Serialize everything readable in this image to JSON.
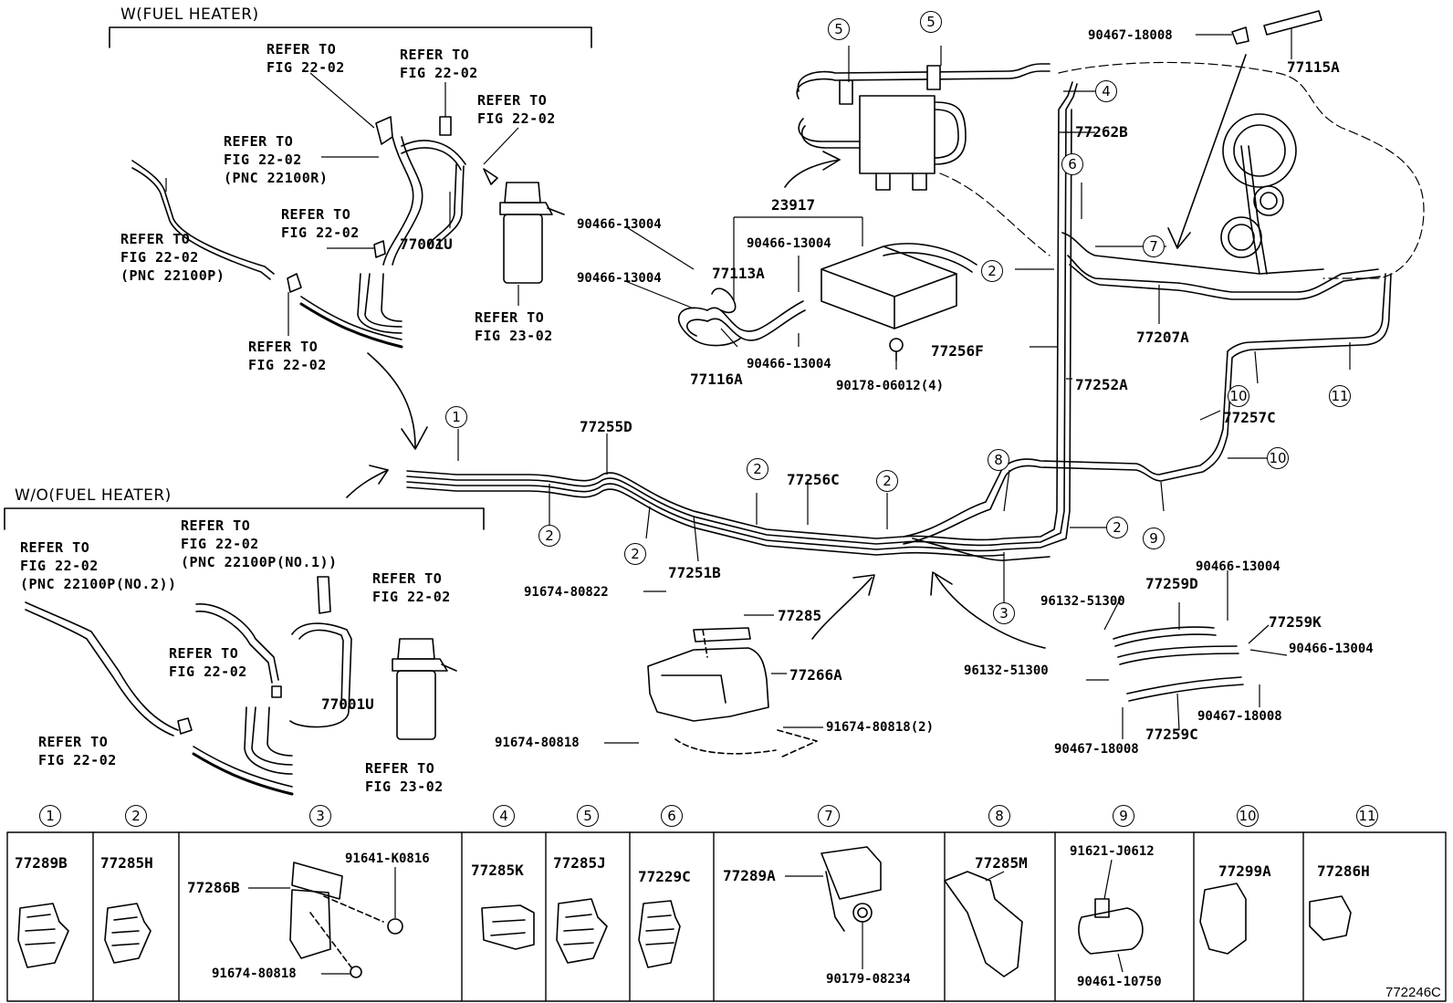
{
  "sections": {
    "with_heater": "W(FUEL HEATER)",
    "without_heater": "W/O(FUEL HEATER)"
  },
  "refs": {
    "r1": "REFER TO\nFIG 22-02",
    "r2": "REFER TO\nFIG 22-02",
    "r3": "REFER TO\nFIG 22-02",
    "r4": "REFER TO\nFIG 22-02\n(PNC 22100R)",
    "r5": "REFER TO\nFIG 22-02",
    "r6": "REFER TO\nFIG 22-02\n(PNC 22100P)",
    "r7": "REFER TO\nFIG 22-02",
    "r8": "REFER TO\nFIG 23-02",
    "r9": "REFER TO\nFIG 22-02\n(PNC 22100P(NO.2))",
    "r10": "REFER TO\nFIG 22-02\n(PNC 22100P(NO.1))",
    "r11": "REFER TO\nFIG 22-02",
    "r12": "REFER TO\nFIG 22-02",
    "r13": "REFER TO\nFIG 22-02",
    "r14": "REFER TO\nFIG 23-02"
  },
  "parts": {
    "p77001U_a": "77001U",
    "p77001U_b": "77001U",
    "p23917": "23917",
    "p90466_a": "90466-13004",
    "p90466_b": "90466-13004",
    "p90466_c": "90466-13004",
    "p90466_d": "90466-13004",
    "p77113A": "77113A",
    "p77116A": "77116A",
    "p90178": "90178-06012(4)",
    "p77262B": "77262B",
    "p77256F": "77256F",
    "p77252A": "77252A",
    "p77207A": "77207A",
    "p77257C": "77257C",
    "p77115A": "77115A",
    "p90467_a": "90467-18008",
    "p77255D": "77255D",
    "p77256C": "77256C",
    "p77251B": "77251B",
    "p91674_80822": "91674-80822",
    "p77285": "77285",
    "p77266A": "77266A",
    "p91674_80818_2": "91674-80818(2)",
    "p91674_80818": "91674-80818",
    "p77259D": "77259D",
    "p90466_e": "90466-13004",
    "p96132_a": "96132-51300",
    "p77259K": "77259K",
    "p90466_f": "90466-13004",
    "p96132_b": "96132-51300",
    "p90467_b": "90467-18008",
    "p77259C": "77259C",
    "p90467_c": "90467-18008"
  },
  "callouts": [
    "1",
    "2",
    "3",
    "4",
    "5",
    "6",
    "7",
    "8",
    "9",
    "10",
    "11"
  ],
  "legend": [
    {
      "num": "1",
      "parts": [
        "77289B"
      ]
    },
    {
      "num": "2",
      "parts": [
        "77285H"
      ]
    },
    {
      "num": "3",
      "parts": [
        "77286B",
        "91641-K0816",
        "91674-80818"
      ]
    },
    {
      "num": "4",
      "parts": [
        "77285K"
      ]
    },
    {
      "num": "5",
      "parts": [
        "77285J"
      ]
    },
    {
      "num": "6",
      "parts": [
        "77229C"
      ]
    },
    {
      "num": "7",
      "parts": [
        "77289A",
        "90179-08234"
      ]
    },
    {
      "num": "8",
      "parts": [
        "77285M"
      ]
    },
    {
      "num": "9",
      "parts": [
        "91621-J0612",
        "90461-10750"
      ]
    },
    {
      "num": "10",
      "parts": [
        "77299A"
      ]
    },
    {
      "num": "11",
      "parts": [
        "77286H"
      ]
    }
  ],
  "figure_id": "772246C"
}
